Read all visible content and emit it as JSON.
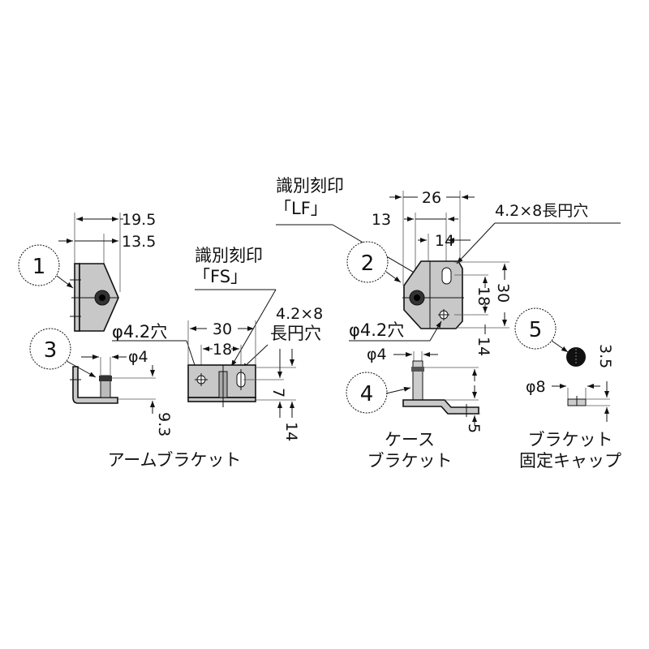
{
  "callouts": [
    "1",
    "2",
    "3",
    "4",
    "5"
  ],
  "arm_bracket": {
    "dims": {
      "w1": "19.5",
      "w2": "13.5",
      "pin_dia": "φ4",
      "pin_h": "9.3",
      "width": "30",
      "pitch": "18",
      "slot_y": "7",
      "height": "14"
    },
    "mark_label": "識別刻印",
    "mark_code": "「FS」",
    "hole_label": "φ4.2穴",
    "slot_label_1": "4.2×8",
    "slot_label_2": "長円穴",
    "caption": "アームブラケット"
  },
  "case_bracket": {
    "dims": {
      "w1": "26",
      "w2": "13",
      "w3": "14",
      "pitch": "18",
      "height": "30",
      "offset": "14",
      "pin_dia": "φ4",
      "step": "5"
    },
    "mark_label": "識別刻印",
    "mark_code": "「LF」",
    "slot_label": "4.2×8長円穴",
    "hole_label": "φ4.2穴",
    "caption_1": "ケース",
    "caption_2": "ブラケット"
  },
  "cap": {
    "dims": {
      "dia": "φ8",
      "height": "3.5"
    },
    "caption_1": "ブラケット",
    "caption_2": "固定キャップ"
  }
}
